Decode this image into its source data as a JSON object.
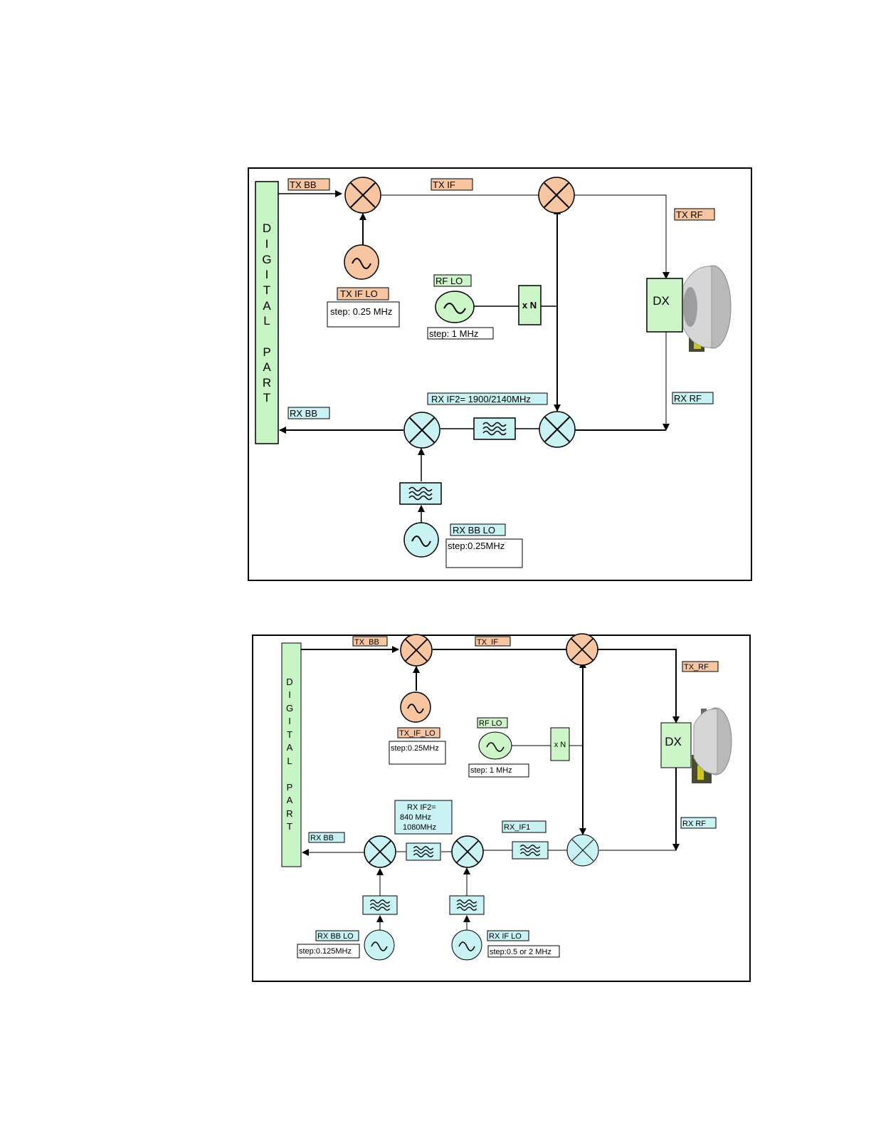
{
  "colors": {
    "tx": "#f7c59f",
    "rx": "#c8f2f4",
    "lo_green": "#ccf5c8",
    "digital": "#c8f5c4",
    "line": "#000000"
  },
  "diagram1": {
    "digital_letters": [
      "D",
      "I",
      "G",
      "I",
      "T",
      "A",
      "L",
      "",
      "P",
      "A",
      "R",
      "T"
    ],
    "tx_bb": "TX BB",
    "tx_if": "TX IF",
    "tx_rf": "TX RF",
    "tx_if_lo": "TX IF LO",
    "tx_if_lo_step": "step: 0.25 MHz",
    "rf_lo": "RF LO",
    "rf_lo_step": "step: 1 MHz",
    "multiplier": "x N",
    "dx": "DX",
    "rx_rf": "RX RF",
    "rx_if2": "RX IF2= 1900/2140MHz",
    "rx_bb": "RX BB",
    "rx_bb_lo": "RX BB LO",
    "rx_bb_lo_step": "step:0.25MHz"
  },
  "diagram2": {
    "digital_letters": [
      "D",
      "I",
      "G",
      "I",
      "T",
      "A",
      "L",
      "",
      "P",
      "A",
      "R",
      "T"
    ],
    "tx_bb": "TX_BB",
    "tx_if": "TX_IF",
    "tx_rf": "TX_RF",
    "tx_if_lo": "TX_IF_LO",
    "tx_if_lo_step": "step:0.25MHz",
    "rf_lo": "RF LO",
    "rf_lo_step": "step: 1 MHz",
    "multiplier": "x N",
    "dx": "DX",
    "rx_rf": "RX RF",
    "rx_if2_line1": "RX IF2=",
    "rx_if2_line2": "840 MHz",
    "rx_if2_line3": "1080MHz",
    "rx_if1": "RX_IF1",
    "rx_bb": "RX BB",
    "rx_bb_lo": "RX BB LO",
    "rx_bb_lo_step": "step:0.125MHz",
    "rx_if_lo": "RX IF LO",
    "rx_if_lo_step": "step:0.5 or 2 MHz"
  }
}
